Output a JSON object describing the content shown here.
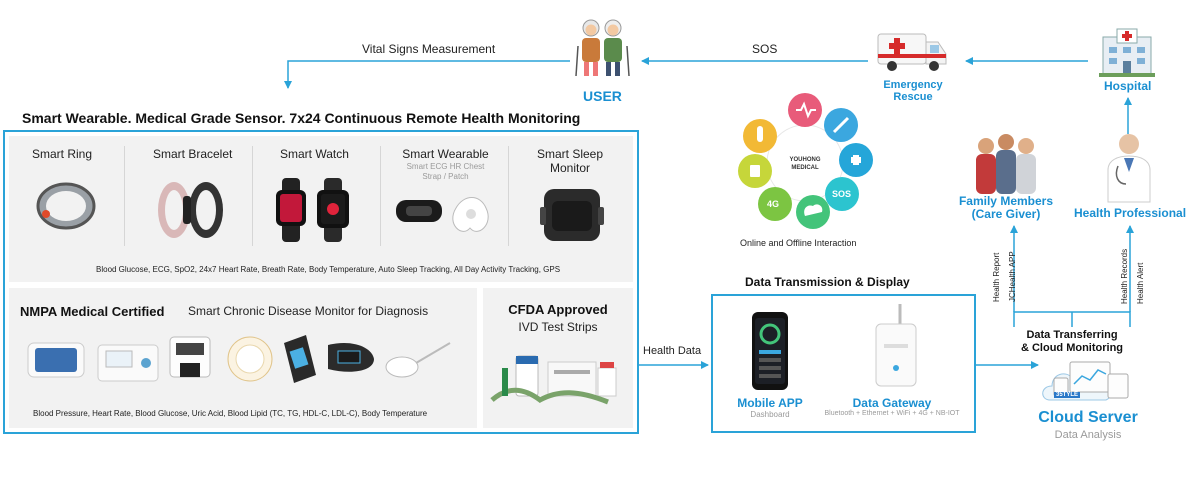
{
  "top": {
    "vital_label": "Vital Signs Measurement",
    "user_label": "USER",
    "sos_label": "SOS",
    "emergency_label_1": "Emergency",
    "emergency_label_2": "Rescue",
    "hospital_label": "Hospital"
  },
  "wearables": {
    "headline": "Smart Wearable. Medical Grade Sensor. 7x24 Continuous Remote Health Monitoring",
    "items": [
      {
        "label": "Smart Ring"
      },
      {
        "label": "Smart Bracelet"
      },
      {
        "label": "Smart Watch"
      },
      {
        "label": "Smart Wearable",
        "sub1": "Smart ECG HR Chest",
        "sub2": "Strap / Patch"
      },
      {
        "label": "Smart Sleep",
        "label2": "Monitor"
      }
    ],
    "metrics": "Blood Glucose, ECG, SpO2, 24x7 Heart Rate, Breath Rate, Body Temperature, Auto Sleep Tracking, All Day Activity Tracking, GPS"
  },
  "chronic": {
    "cert": "NMPA Medical Certified",
    "title": "Smart Chronic Disease Monitor for Diagnosis",
    "metrics": "Blood Pressure, Heart Rate, Blood Glucose, Uric Acid, Blood Lipid (TC, TG, HDL-C, LDL-C), Body Temperature"
  },
  "cfda": {
    "title": "CFDA Approved",
    "sub": "IVD Test Strips"
  },
  "hub": {
    "center_1": "YOUHONG",
    "center_2": "MEDICAL",
    "sos": "SOS",
    "fourg": "4G",
    "caption": "Online and Offline Interaction"
  },
  "transmission": {
    "title": "Data Transmission & Display",
    "health_data": "Health Data",
    "mobile_title": "Mobile APP",
    "mobile_sub": "Dashboard",
    "gateway_title": "Data Gateway",
    "gateway_sub": "Bluetooth + Ethernet + WiFi + 4G + NB-IOT"
  },
  "right": {
    "family_1": "Family Members",
    "family_2": "(Care Giver)",
    "professional": "Health Professional",
    "health_report": "Health Report",
    "jch_app": "JCHealth APP",
    "health_records": "Health Records",
    "health_alert": "Health Alert",
    "transfer_1": "Data Transferring",
    "transfer_2": "& Cloud Monitoring",
    "cloud_title": "Cloud Server",
    "cloud_sub": "Data Analysis",
    "cloud_brand": "35TYLE"
  },
  "colors": {
    "accent": "#2aa3d8",
    "label_blue": "#1a8fd1",
    "panel": "#f2f2f2"
  }
}
